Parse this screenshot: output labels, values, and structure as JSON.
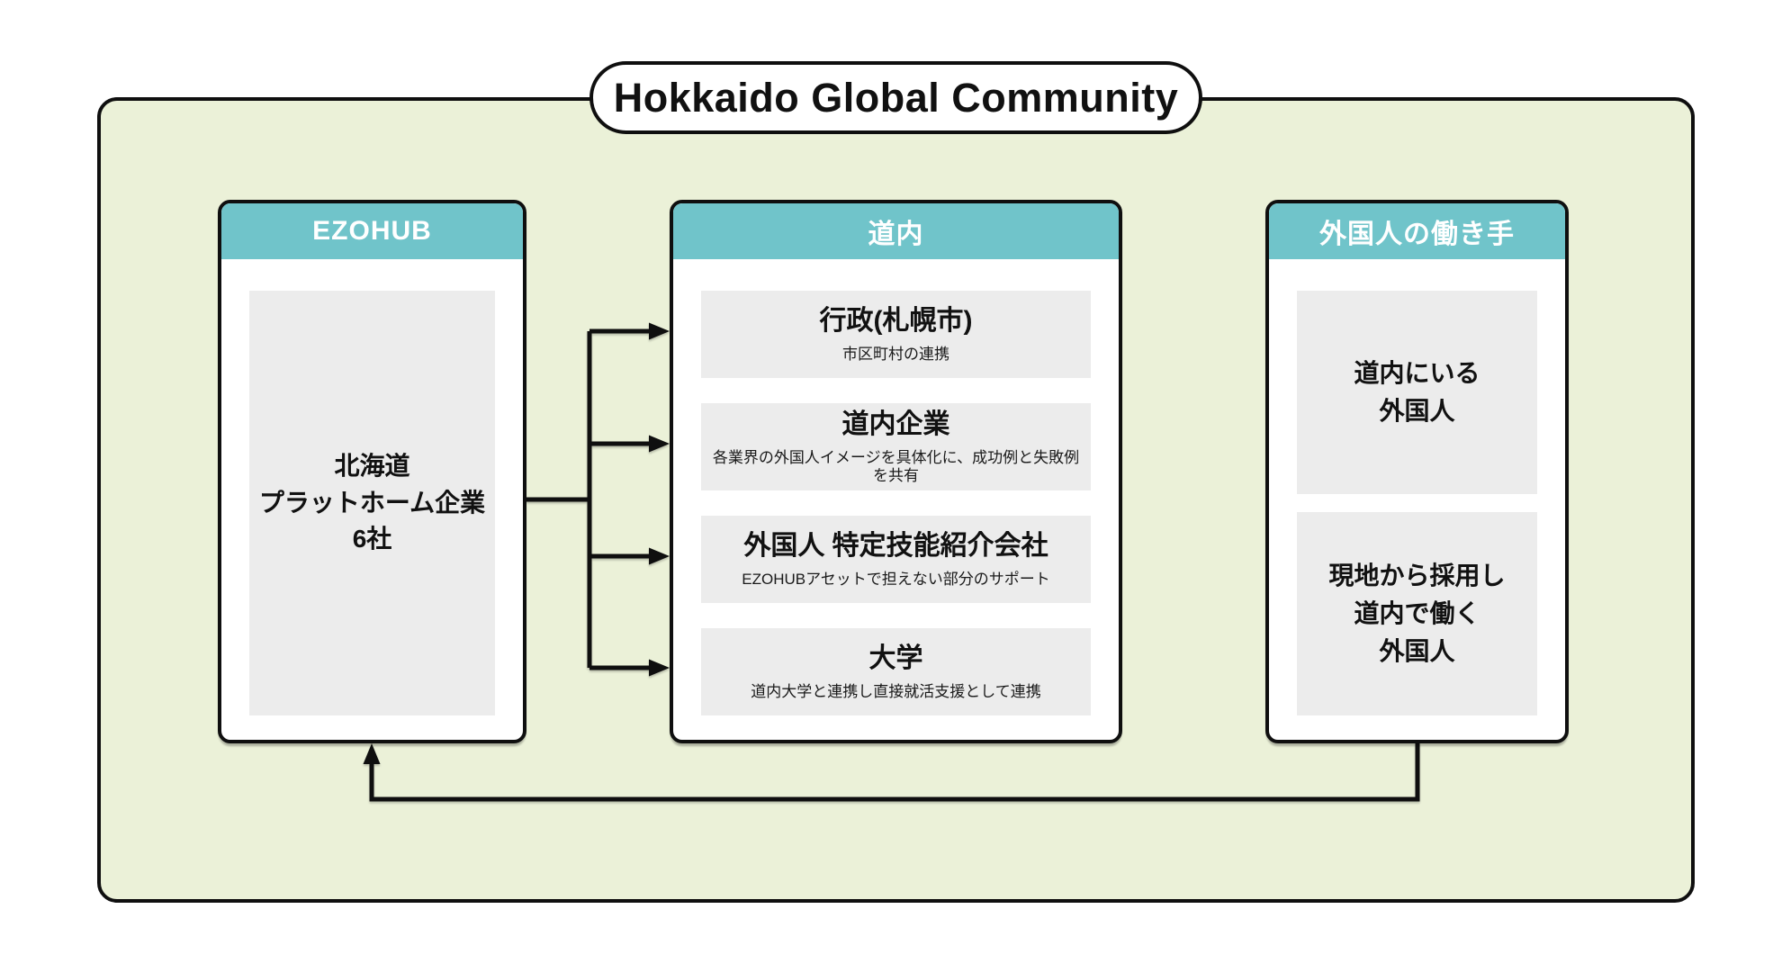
{
  "title": "Hokkaido Global Community",
  "colors": {
    "panel_background": "#ebf1d8",
    "header_teal": "#70c4ca",
    "item_gray": "#ececec",
    "line_black": "#0f0f0f",
    "page_background": "#ffffff"
  },
  "columns": {
    "ezohub": {
      "header": "EZOHUB",
      "body": "北海道\nプラットホーム企業\n6社"
    },
    "dounai": {
      "header": "道内",
      "items": [
        {
          "title": "行政(札幌市)",
          "subtitle": "市区町村の連携"
        },
        {
          "title": "道内企業",
          "subtitle": "各業界の外国人イメージを具体化に、成功例と失敗例を共有"
        },
        {
          "title": "外国人 特定技能紹介会社",
          "subtitle": "EZOHUBアセットで担えない部分のサポート"
        },
        {
          "title": "大学",
          "subtitle": "道内大学と連携し直接就活支援として連携"
        }
      ]
    },
    "workers": {
      "header": "外国人の働き手",
      "items": [
        {
          "label": "道内にいる\n外国人"
        },
        {
          "label": "現地から採用し\n道内で働く\n外国人"
        }
      ]
    }
  }
}
